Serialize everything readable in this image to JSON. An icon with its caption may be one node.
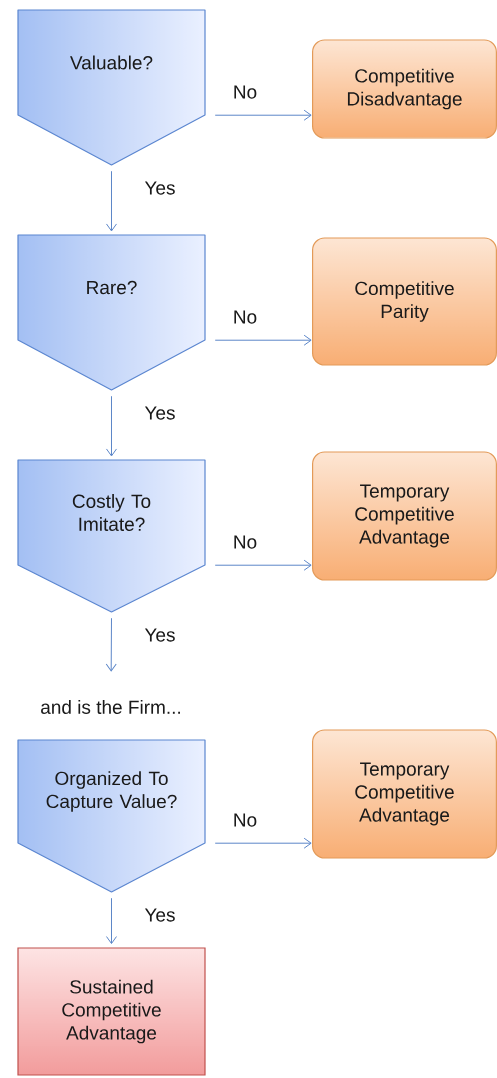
{
  "diagram": {
    "nodes": [
      {
        "text": [
          "Valuable?"
        ]
      },
      {
        "text": [
          "Competitive Disadvantage"
        ]
      },
      {
        "text": [
          "Rare?"
        ]
      },
      {
        "text": [
          "Competitive Parity"
        ]
      },
      {
        "text": [
          "Costly To Imitate?"
        ]
      },
      {
        "text": [
          "Temporary Competitive Advantage"
        ]
      },
      {
        "text": [
          "and is the Firm..."
        ]
      },
      {
        "text": [
          "Organized To Capture Value?"
        ]
      },
      {
        "text": [
          "Temporary Competitive Advantage"
        ]
      },
      {
        "text": [
          "Sustained Competitive Advantage"
        ]
      }
    ],
    "edges": [
      {
        "from": 0,
        "to": 1,
        "arrow": "to",
        "label": "No"
      },
      {
        "from": 0,
        "to": 2,
        "arrow": "to",
        "label": "Yes"
      },
      {
        "from": 2,
        "to": 3,
        "arrow": "to",
        "label": "No"
      },
      {
        "from": 2,
        "to": 4,
        "arrow": "to",
        "label": "Yes"
      },
      {
        "from": 4,
        "to": 5,
        "arrow": "to",
        "label": "No"
      },
      {
        "from": 4,
        "to": 6,
        "arrow": "to",
        "label": "Yes"
      },
      {
        "from": 7,
        "to": 8,
        "arrow": "to",
        "label": "No"
      },
      {
        "from": 7,
        "to": 9,
        "arrow": "to",
        "label": "Yes"
      }
    ]
  }
}
